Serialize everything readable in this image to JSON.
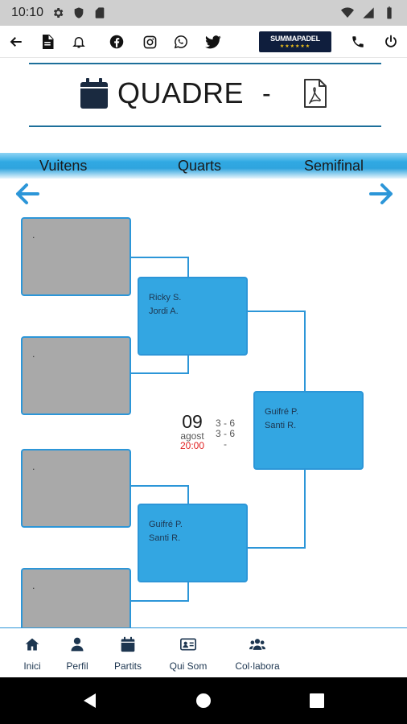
{
  "status_bar": {
    "time": "10:10",
    "left_icons": [
      "gear-icon",
      "shield-icon",
      "sd-card-icon"
    ],
    "right_icons": [
      "wifi-icon",
      "signal-icon",
      "battery-icon"
    ]
  },
  "toolbar": {
    "items": [
      "back-arrow-icon",
      "document-icon",
      "bell-icon",
      "facebook-icon",
      "instagram-icon",
      "whatsapp-icon",
      "twitter-icon",
      "phone-icon",
      "power-icon"
    ],
    "brand": {
      "name": "SUMMAPADEL",
      "stars": "★★★★★★"
    }
  },
  "title": {
    "text": "QUADRE",
    "separator": "-"
  },
  "rounds": [
    "Vuitens",
    "Quarts",
    "Semifinal"
  ],
  "bracket": {
    "round1": [
      {
        "players": [
          "."
        ]
      },
      {
        "players": [
          "."
        ]
      },
      {
        "players": [
          "."
        ]
      },
      {
        "players": [
          "."
        ]
      }
    ],
    "round2": [
      {
        "players": [
          "Ricky S.",
          "Jordi A."
        ]
      },
      {
        "players": [
          "Guifré P.",
          "Santi R."
        ]
      }
    ],
    "round3": [
      {
        "players": [
          "Guifré P.",
          "Santi R."
        ]
      }
    ],
    "match_info": {
      "day": "09",
      "month": "agost",
      "time": "20:00",
      "set1": "3 - 6",
      "set2": "3 - 6",
      "set3": "-"
    }
  },
  "bottom_nav": [
    {
      "label": "Inici",
      "icon": "home-icon"
    },
    {
      "label": "Perfil",
      "icon": "person-icon"
    },
    {
      "label": "Partits",
      "icon": "calendar-icon"
    },
    {
      "label": "Qui Som",
      "icon": "id-card-icon"
    },
    {
      "label": "Col·labora",
      "icon": "group-icon"
    }
  ],
  "colors": {
    "accent": "#2c96d8",
    "box_filled": "#33a6e2",
    "box_empty": "#a9a9a9",
    "navy": "#0f1e3d",
    "time_red": "#e02020"
  }
}
